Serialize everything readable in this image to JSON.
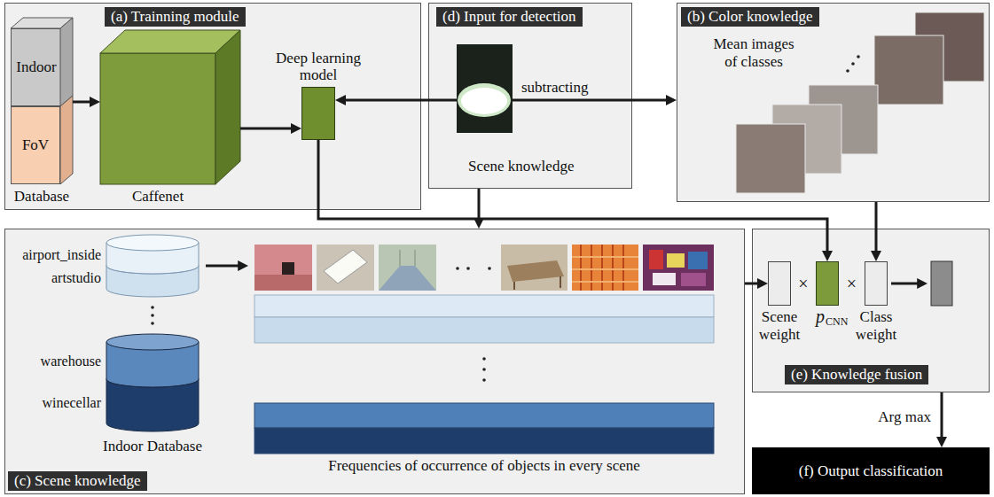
{
  "diagram": {
    "nodes": [
      {
        "text": [
          "(a) Trainning module"
        ]
      },
      {
        "text": [
          "Database"
        ],
        "in": 0
      },
      {
        "text": [
          "Indoor"
        ],
        "in": 1
      },
      {
        "text": [
          "FoV"
        ],
        "in": 1
      },
      {
        "text": [
          "Caffenet"
        ],
        "in": 0
      },
      {
        "text": [
          "Deep learning model"
        ],
        "in": 0
      },
      {
        "text": [
          "(d) Input for detection"
        ]
      },
      {
        "text": [
          "(b) Color knowledge"
        ]
      },
      {
        "text": [
          "(c) Scene knowledge"
        ]
      },
      {
        "text": [
          "(e) Knowledge fusion"
        ]
      },
      {
        "text": [
          "Scene weight"
        ],
        "in": 9
      },
      {
        "text": [
          "p",
          "CNN"
        ],
        "in": 9
      },
      {
        "text": [
          "Class weight"
        ],
        "in": 9
      },
      {
        "text": [
          "(f) Output classification"
        ]
      }
    ],
    "edges": [
      {
        "from": 1,
        "to": 4,
        "arrow": "to"
      },
      {
        "from": 4,
        "to": 5,
        "arrow": "to"
      },
      {
        "from": 6,
        "to": 5,
        "arrow": "to"
      },
      {
        "from": 6,
        "to": 7,
        "arrow": "to"
      },
      {
        "from": 6,
        "to": 8,
        "arrow": "to"
      },
      {
        "from": 5,
        "to": 11,
        "arrow": "to"
      },
      {
        "from": 7,
        "to": 12,
        "arrow": "to"
      },
      {
        "from": 8,
        "to": 10,
        "arrow": "to"
      },
      {
        "from": 9,
        "to": 13,
        "label": "Arg max",
        "arrow": "to"
      }
    ],
    "labels": [
      "subtracting",
      "Scene knowledge",
      "Mean images of classes",
      "airport_inside",
      "artstudio",
      "warehouse",
      "winecellar",
      "Indoor Database",
      "Frequencies of occurrence of objects in every scene",
      "×",
      "×"
    ]
  }
}
